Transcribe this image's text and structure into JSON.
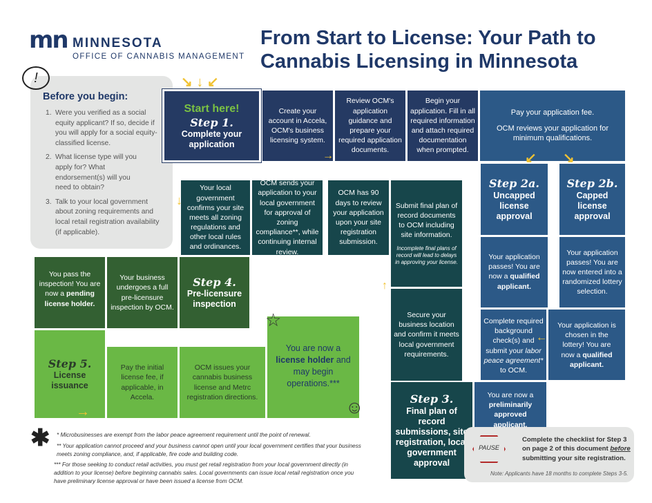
{
  "header": {
    "logo_mark": "mn",
    "org_name": "MINNESOTA",
    "org_sub": "OFFICE OF CANNABIS MANAGEMENT",
    "title_line1": "From Start to License: Your Path to",
    "title_line2": "Cannabis Licensing in Minnesota"
  },
  "colors": {
    "navy": "#253a63",
    "blue": "#2c5987",
    "teal": "#17464b",
    "dark_green": "#336032",
    "light_green": "#6ab845",
    "accent_green": "#7ac143",
    "arrow_yellow": "#f1c232",
    "gray_panel": "#e4e5e4",
    "title": "#1f3868"
  },
  "before": {
    "icon": "exclamation-circle-icon",
    "heading": "Before you begin:",
    "items": [
      {
        "num": "1.",
        "text": "Were you verified as a social equity applicant? If so, decide if you will apply for a social equity-classified license."
      },
      {
        "num": "2.",
        "text": "What license type will you apply for? What endorsement(s) will you need to obtain?"
      },
      {
        "num": "3.",
        "text": "Talk to your local government about zoning requirements and local retail registration availability (if applicable)."
      }
    ]
  },
  "step1": {
    "start": "Start here!",
    "step": "Step 1.",
    "title": "Complete your application"
  },
  "row1": [
    "Create your account in Accela, OCM's business licensing system.",
    "Review OCM's application guidance and prepare your required application documents.",
    "Begin your application. Fill in all required information and attach required documentation when prompted."
  ],
  "pay": {
    "line1": "Pay your application fee.",
    "line2": "OCM reviews your application for minimum qualifications."
  },
  "step2a": {
    "step": "Step 2a.",
    "title": "Uncapped license approval",
    "body_pre": "Your application passes! You are now a ",
    "body_bold": "qualified applicant."
  },
  "step2b": {
    "step": "Step 2b.",
    "title": "Capped license approval",
    "body": "Your application passes! You are now entered into a randomized lottery selection."
  },
  "background": {
    "pre": "Complete required background check(s) and submit your ",
    "italic": "labor peace agreement*",
    "post": " to OCM."
  },
  "lottery": {
    "pre": "Your application is chosen in the lottery! You are now a ",
    "bold": "qualified applicant."
  },
  "prelim": {
    "pre": "You are now a ",
    "bold": "preliminarily approved applicant."
  },
  "teal_row": [
    "Your local government confirms your site meets all zoning regulations and other local rules and ordinances.",
    "OCM sends your application to your local government for approval of zoning compliance**, while continuing internal review.",
    "OCM has 90 days to review your application upon your site registration submission."
  ],
  "submit_final": {
    "text": "Submit final plan of record documents to OCM including site information.",
    "note": "Incomplete final plans of record will lead to delays in approving your license."
  },
  "secure": "Secure your business location and confirm it meets local government requirements.",
  "step3": {
    "step": "Step 3.",
    "title": "Final plan of record submissions, site registration, local government approval"
  },
  "pause": {
    "stamp": "PAUSE",
    "text_pre": "Complete the checklist for Step 3 on page 2 of this document ",
    "text_em": "before",
    "text_post": " submitting your site registration.",
    "note": "Note: Applicants have 18 months to complete Steps 3-5."
  },
  "green_row": {
    "pass_pre": "You pass the inspection! You are now a ",
    "pass_bold": "pending license holder.",
    "inspection": "Your business undergoes a full pre-licensure inspection by OCM.",
    "step4": "Step 4.",
    "step4_title": "Pre-licensure inspection"
  },
  "step5": {
    "step": "Step 5.",
    "title": "License issuance"
  },
  "fee": "Pay the initial license fee, if applicable, in Accela.",
  "issues": "OCM issues your cannabis business license and Metrc registration directions.",
  "holder": {
    "pre": "You are now a ",
    "bold": "license holder",
    "post": " and may begin operations.***"
  },
  "footnotes": [
    "* Microbusinesses are exempt from the labor peace agreement requirement until the point of renewal.",
    "** Your application cannot proceed and your business cannot open until your local government certifies that your business meets zoning compliance, and, if applicable, fire code and building code.",
    "*** For those seeking to conduct retail activities, you must get retail registration from your local government directly (in addition to your license) before beginning cannabis sales. Local governments can issue local retail registration once you have preliminary license approval or have been issued a license from OCM."
  ]
}
